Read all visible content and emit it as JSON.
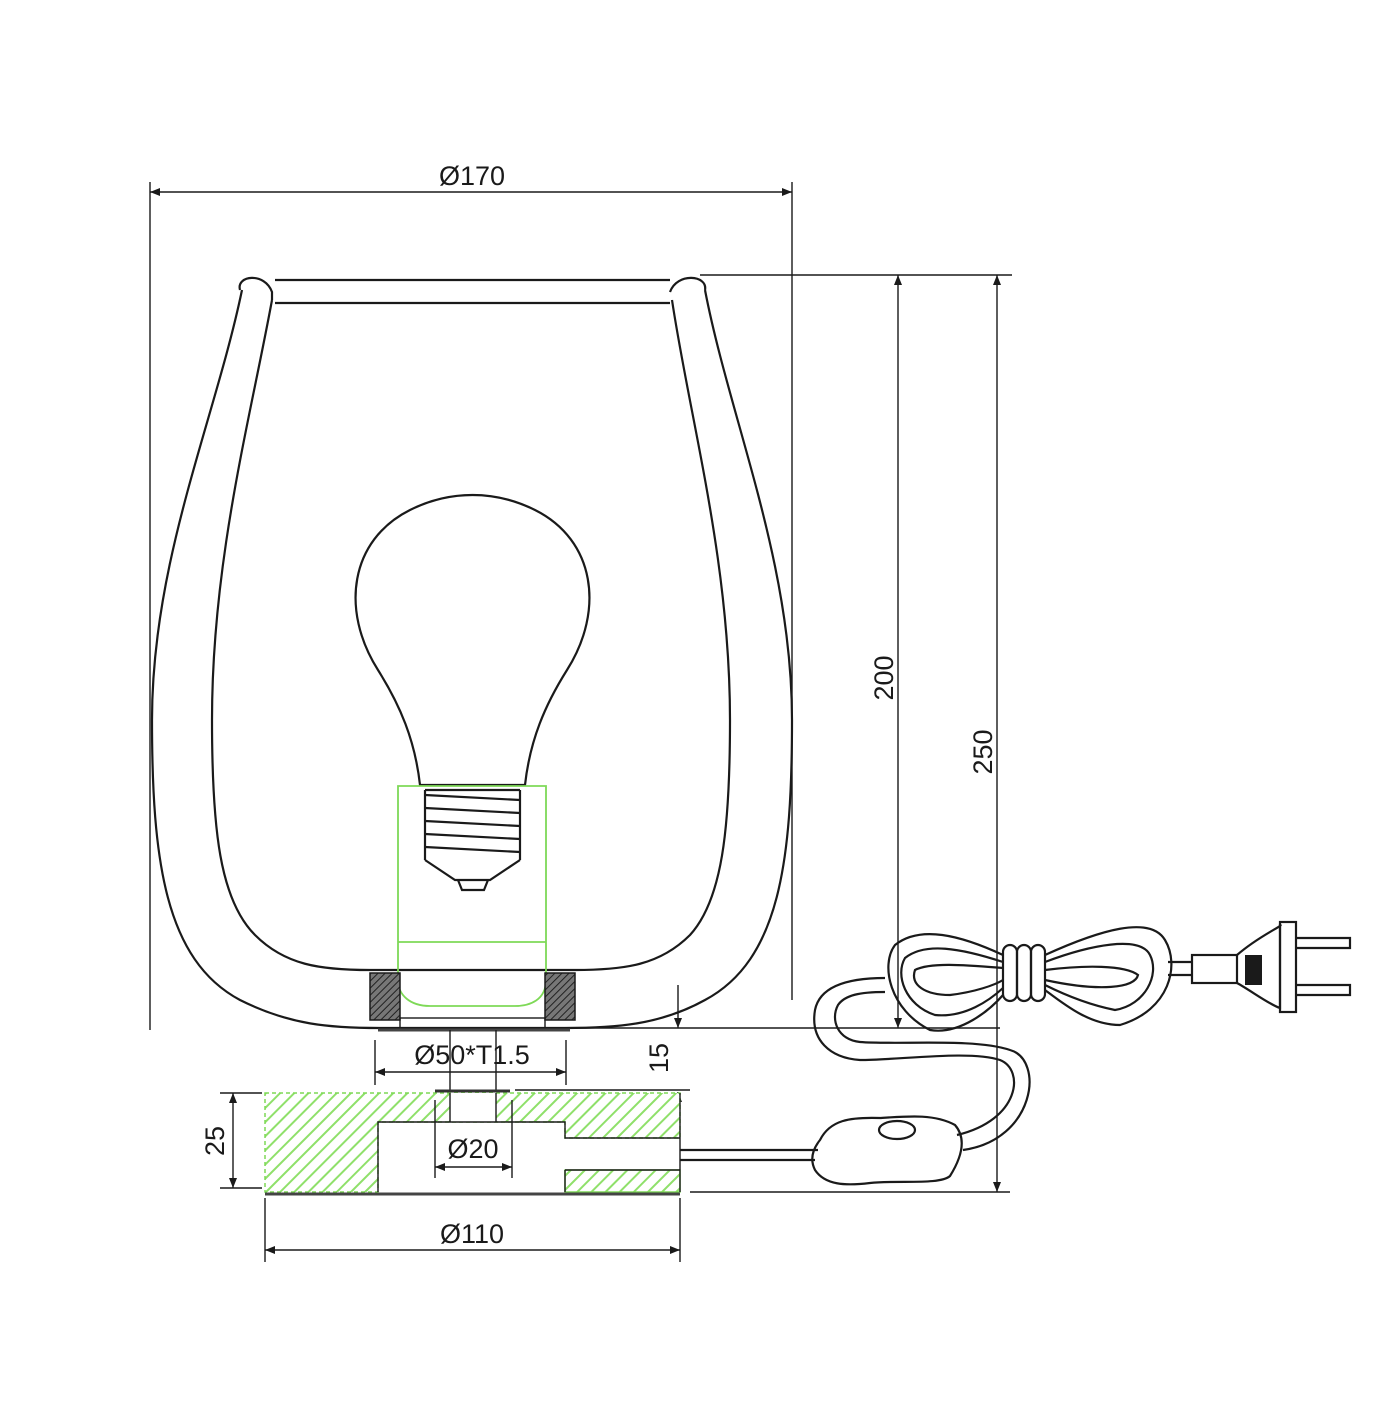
{
  "title": "Table lamp dimension drawing",
  "dimensions": {
    "shade_diameter": "Ø170",
    "shade_height": "200",
    "total_height": "250",
    "gap_height": "15",
    "tube_spec": "Ø50*T1.5",
    "base_height": "25",
    "hole_diameter": "Ø20",
    "base_diameter": "Ø110"
  },
  "colors": {
    "line": "#1a1a1a",
    "highlight": "#7ed957"
  }
}
